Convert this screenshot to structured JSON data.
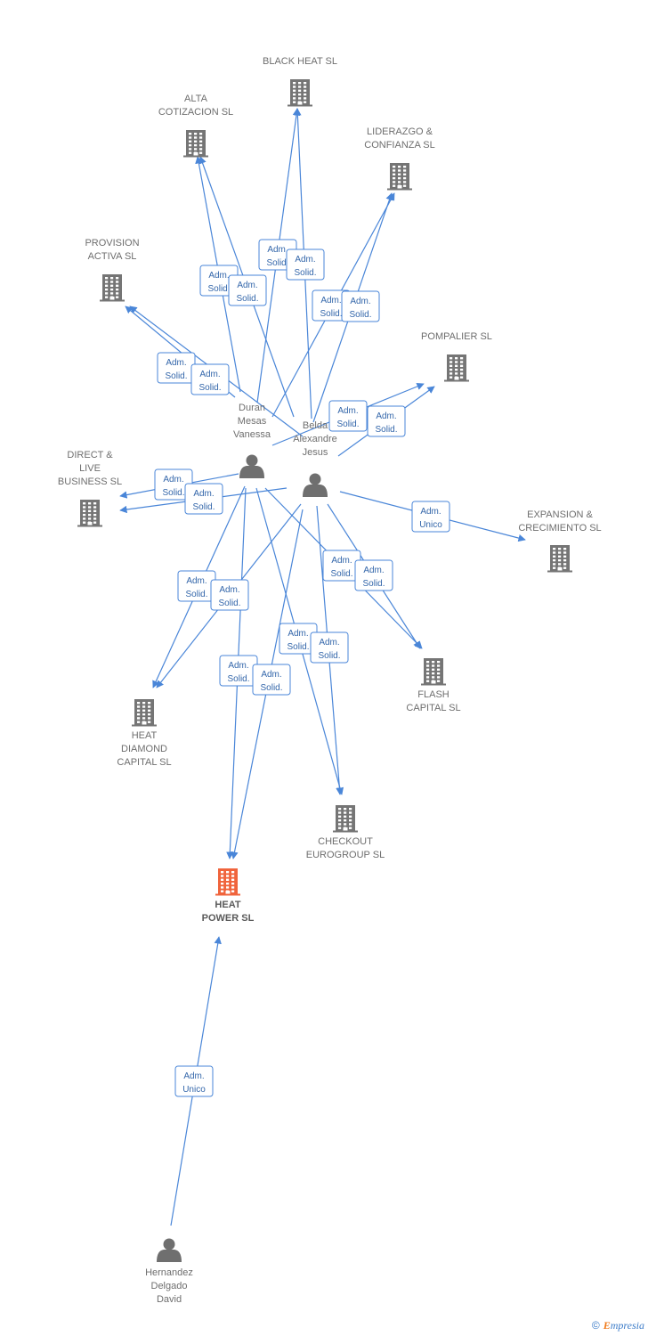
{
  "nodes": [
    {
      "id": "black_heat",
      "type": "company",
      "label": [
        "BLACK HEAT SL"
      ]
    },
    {
      "id": "alta",
      "type": "company",
      "label": [
        "ALTA",
        "COTIZACION SL"
      ]
    },
    {
      "id": "liderazgo",
      "type": "company",
      "label": [
        "LIDERAZGO &",
        "CONFIANZA SL"
      ]
    },
    {
      "id": "provision",
      "type": "company",
      "label": [
        "PROVISION",
        "ACTIVA SL"
      ]
    },
    {
      "id": "pompalier",
      "type": "company",
      "label": [
        "POMPALIER SL"
      ]
    },
    {
      "id": "direct_live",
      "type": "company",
      "label": [
        "DIRECT &",
        "LIVE",
        "BUSINESS SL"
      ]
    },
    {
      "id": "expansion",
      "type": "company",
      "label": [
        "EXPANSION &",
        "CRECIMIENTO SL"
      ]
    },
    {
      "id": "flash",
      "type": "company",
      "label": [
        "FLASH",
        "CAPITAL SL"
      ]
    },
    {
      "id": "heat_diamond",
      "type": "company",
      "label": [
        "HEAT",
        "DIAMOND",
        "CAPITAL SL"
      ]
    },
    {
      "id": "checkout",
      "type": "company",
      "label": [
        "CHECKOUT",
        "EUROGROUP SL"
      ]
    },
    {
      "id": "heat_power",
      "type": "company",
      "focus": true,
      "label": [
        "HEAT",
        "POWER SL"
      ]
    },
    {
      "id": "duran",
      "type": "person",
      "label": [
        "Duran",
        "Mesas",
        "Vanessa"
      ]
    },
    {
      "id": "belda",
      "type": "person",
      "label": [
        "Belda",
        "Alexandre",
        "Jesus"
      ]
    },
    {
      "id": "hernandez",
      "type": "person",
      "label": [
        "Hernandez",
        "Delgado",
        "David"
      ]
    }
  ],
  "edges": [
    {
      "from": "duran",
      "to": "black_heat",
      "relation": [
        "Adm.",
        "Solid."
      ]
    },
    {
      "from": "belda",
      "to": "black_heat",
      "relation": [
        "Adm.",
        "Solid."
      ]
    },
    {
      "from": "duran",
      "to": "alta",
      "relation": [
        "Adm.",
        "Solid."
      ]
    },
    {
      "from": "belda",
      "to": "alta",
      "relation": [
        "Adm.",
        "Solid."
      ]
    },
    {
      "from": "duran",
      "to": "liderazgo",
      "relation": [
        "Adm.",
        "Solid."
      ]
    },
    {
      "from": "belda",
      "to": "liderazgo",
      "relation": [
        "Adm.",
        "Solid."
      ]
    },
    {
      "from": "duran",
      "to": "provision",
      "relation": [
        "Adm.",
        "Solid."
      ]
    },
    {
      "from": "belda",
      "to": "provision",
      "relation": [
        "Adm.",
        "Solid."
      ]
    },
    {
      "from": "duran",
      "to": "pompalier",
      "relation": [
        "Adm.",
        "Solid."
      ]
    },
    {
      "from": "belda",
      "to": "pompalier",
      "relation": [
        "Adm.",
        "Solid."
      ]
    },
    {
      "from": "duran",
      "to": "direct_live",
      "relation": [
        "Adm.",
        "Solid."
      ]
    },
    {
      "from": "belda",
      "to": "direct_live",
      "relation": [
        "Adm.",
        "Solid."
      ]
    },
    {
      "from": "belda",
      "to": "expansion",
      "relation": [
        "Adm.",
        "Unico"
      ]
    },
    {
      "from": "duran",
      "to": "flash",
      "relation": [
        "Adm.",
        "Solid."
      ]
    },
    {
      "from": "belda",
      "to": "flash",
      "relation": [
        "Adm.",
        "Solid."
      ]
    },
    {
      "from": "duran",
      "to": "heat_diamond",
      "relation": [
        "Adm.",
        "Solid."
      ]
    },
    {
      "from": "belda",
      "to": "heat_diamond",
      "relation": [
        "Adm.",
        "Solid."
      ]
    },
    {
      "from": "duran",
      "to": "checkout",
      "relation": [
        "Adm.",
        "Solid."
      ]
    },
    {
      "from": "belda",
      "to": "checkout",
      "relation": [
        "Adm.",
        "Solid."
      ]
    },
    {
      "from": "duran",
      "to": "heat_power",
      "relation": [
        "Adm.",
        "Solid."
      ]
    },
    {
      "from": "belda",
      "to": "heat_power",
      "relation": [
        "Adm.",
        "Solid."
      ]
    },
    {
      "from": "hernandez",
      "to": "heat_power",
      "relation": [
        "Adm.",
        "Unico"
      ]
    }
  ],
  "colors": {
    "edge": "#4a86d8",
    "company_icon": "#757575",
    "focus_icon": "#f0643c",
    "person_icon": "#6f6f6f",
    "relation_text": "#3366aa"
  },
  "branding": {
    "copyright": "©",
    "brand_initial": "E",
    "brand_rest": "mpresia"
  }
}
